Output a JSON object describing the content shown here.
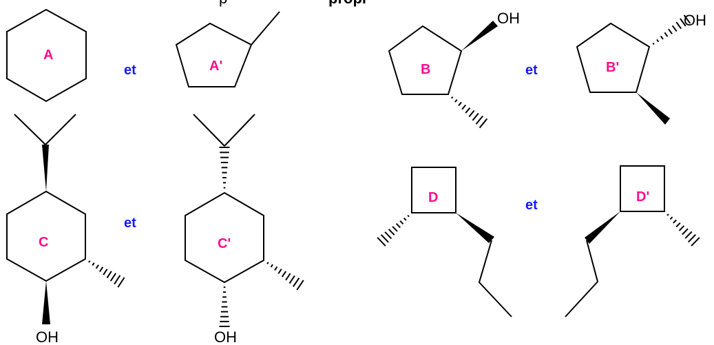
{
  "header": {
    "text_start": "p",
    "text_bold": "propr"
  },
  "connector": "et",
  "molecules": [
    {
      "id": "A",
      "label": "A"
    },
    {
      "id": "A-prime",
      "label": "A'"
    },
    {
      "id": "B",
      "label": "B",
      "substituent": "OH"
    },
    {
      "id": "B-prime",
      "label": "B'",
      "substituent": "OH"
    },
    {
      "id": "C",
      "label": "C",
      "substituent": "OH"
    },
    {
      "id": "C-prime",
      "label": "C'",
      "substituent": "OH"
    },
    {
      "id": "D",
      "label": "D"
    },
    {
      "id": "D-prime",
      "label": "D'"
    }
  ],
  "colors": {
    "label": "#ff0d8c",
    "connector": "#1818ff",
    "bonds": "#000000"
  }
}
